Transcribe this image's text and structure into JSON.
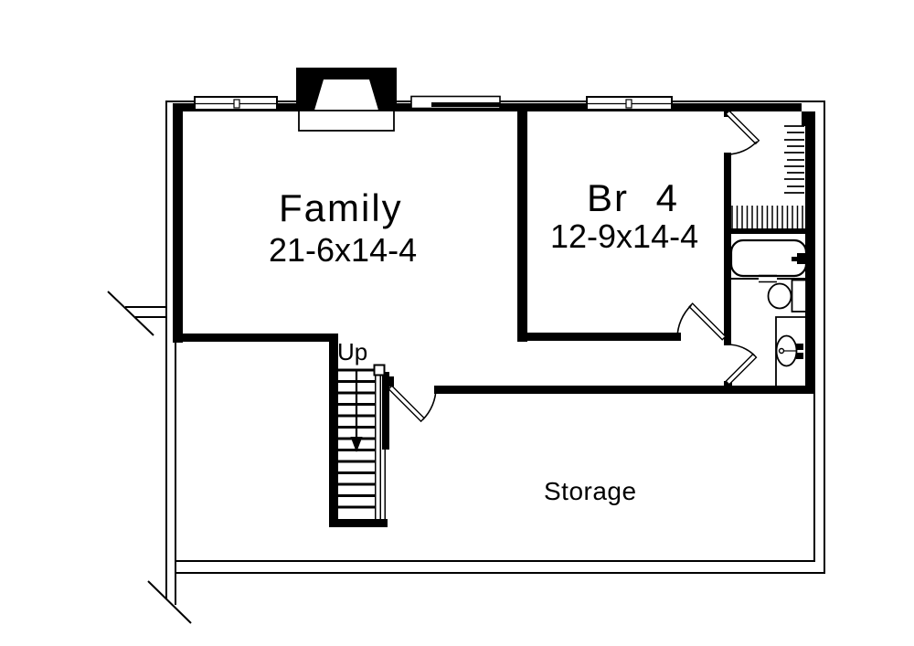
{
  "colors": {
    "background": "#ffffff",
    "line": "#000000"
  },
  "rooms": {
    "family": {
      "name": "Family",
      "dims": "21-6x14-4"
    },
    "br4": {
      "name": "Br 4",
      "dims": "12-9x14-4"
    },
    "storage": {
      "name": "Storage"
    }
  },
  "stairs": {
    "label": "Up"
  },
  "fixtures": {
    "fireplace": "fireplace",
    "bathtub": "bathtub",
    "toilet": "toilet",
    "sink_vanity": "sink-vanity",
    "closet_shelves": "closet-shelves",
    "clothes_rod": "clothes-rod",
    "window": "window",
    "door": "door-swing"
  }
}
